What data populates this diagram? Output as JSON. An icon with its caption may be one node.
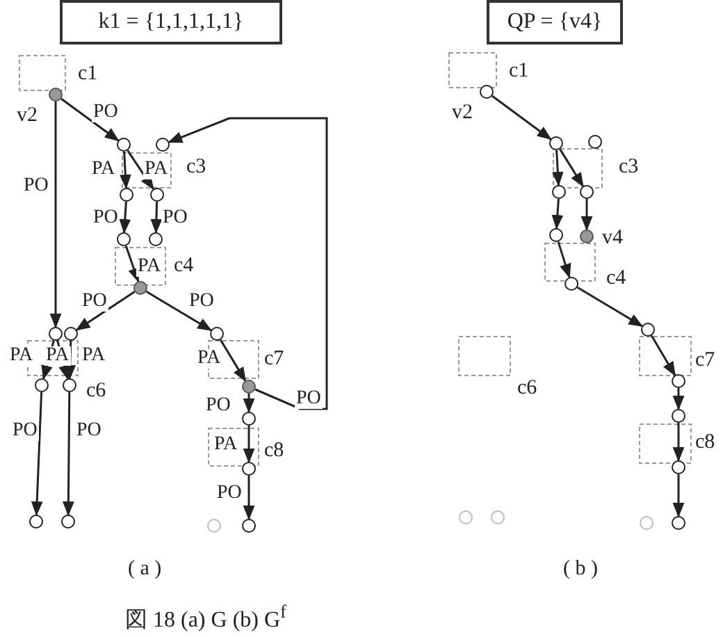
{
  "diagram": {
    "caption": "図 18 (a) G (b) G$^{f}$",
    "nodes": [
      {
        "text": [
          "k1 = {1,1,1,1,1}"
        ]
      },
      {
        "text": [],
        "shape": "circle",
        "beside": [
          "v2"
        ]
      },
      {
        "text": [],
        "shape": "circle"
      },
      {
        "text": [],
        "shape": "circle"
      },
      {
        "text": [],
        "shape": "circle"
      },
      {
        "text": [],
        "shape": "circle"
      },
      {
        "text": [],
        "shape": "circle"
      },
      {
        "text": [],
        "shape": "circle"
      },
      {
        "text": [],
        "shape": "circle"
      },
      {
        "text": [],
        "shape": "circle"
      },
      {
        "text": [],
        "shape": "circle"
      },
      {
        "text": [],
        "shape": "circle"
      },
      {
        "text": [],
        "shape": "circle"
      },
      {
        "text": [],
        "shape": "circle"
      },
      {
        "text": [],
        "shape": "circle"
      },
      {
        "text": [],
        "shape": "circle"
      },
      {
        "text": [],
        "shape": "circle"
      },
      {
        "text": [],
        "shape": "circle"
      },
      {
        "text": [],
        "shape": "circle"
      },
      {
        "text": [],
        "shape": "circle"
      },
      {
        "text": [],
        "shape": "circle"
      },
      {
        "text": [
          "QP = {v4}"
        ]
      },
      {
        "text": [],
        "shape": "circle",
        "beside": [
          "v2"
        ]
      },
      {
        "text": [],
        "shape": "circle"
      },
      {
        "text": [],
        "shape": "circle"
      },
      {
        "text": [],
        "shape": "circle"
      },
      {
        "text": [],
        "shape": "circle"
      },
      {
        "text": [],
        "shape": "circle"
      },
      {
        "text": [],
        "shape": "circle",
        "beside": [
          "v4"
        ]
      },
      {
        "text": [],
        "shape": "circle"
      },
      {
        "text": [],
        "shape": "circle"
      },
      {
        "text": [],
        "shape": "circle"
      },
      {
        "text": [],
        "shape": "circle"
      },
      {
        "text": [],
        "shape": "circle"
      },
      {
        "text": [],
        "shape": "circle"
      },
      {
        "text": [],
        "shape": "circle"
      },
      {
        "text": [],
        "shape": "circle"
      },
      {
        "text": [],
        "shape": "circle"
      }
    ],
    "edges": [
      {
        "from": 1,
        "to": 2,
        "arrow": "to",
        "label": "PO"
      },
      {
        "from": 1,
        "to": 9,
        "arrow": "to",
        "label": "PO"
      },
      {
        "from": 2,
        "to": 4,
        "arrow": "to",
        "label": "PA"
      },
      {
        "from": 2,
        "to": 5,
        "arrow": "to",
        "label": "PA"
      },
      {
        "from": 4,
        "to": 6,
        "arrow": "to",
        "label": "PO"
      },
      {
        "from": 5,
        "to": 7,
        "arrow": "to",
        "label": "PO"
      },
      {
        "from": 6,
        "to": 8,
        "arrow": "to",
        "label": "PA"
      },
      {
        "from": 8,
        "to": 10,
        "arrow": "to",
        "label": "PO"
      },
      {
        "from": 8,
        "to": 11,
        "arrow": "to",
        "label": "PO"
      },
      {
        "from": 9,
        "to": 12,
        "arrow": "to",
        "label": "PA"
      },
      {
        "from": 9,
        "to": 13,
        "arrow": "to",
        "label": "PA"
      },
      {
        "from": 10,
        "to": 13,
        "arrow": "to",
        "label": "PA"
      },
      {
        "from": 12,
        "to": 17,
        "arrow": "to",
        "label": "PO"
      },
      {
        "from": 13,
        "to": 18,
        "arrow": "to",
        "label": "PO"
      },
      {
        "from": 11,
        "to": 14,
        "arrow": "to",
        "label": "PA"
      },
      {
        "from": 14,
        "to": 15,
        "arrow": "to",
        "label": "PO"
      },
      {
        "from": 14,
        "to": 3,
        "arrow": "to",
        "label": "PO"
      },
      {
        "from": 15,
        "to": 16,
        "arrow": "to",
        "label": "PA"
      },
      {
        "from": 16,
        "to": 20,
        "arrow": "to",
        "label": "PO"
      },
      {
        "from": 22,
        "to": 23,
        "arrow": "to"
      },
      {
        "from": 23,
        "to": 25,
        "arrow": "to"
      },
      {
        "from": 23,
        "to": 26,
        "arrow": "to"
      },
      {
        "from": 25,
        "to": 27,
        "arrow": "to"
      },
      {
        "from": 26,
        "to": 28,
        "arrow": "to"
      },
      {
        "from": 27,
        "to": 29,
        "arrow": "to"
      },
      {
        "from": 29,
        "to": 30,
        "arrow": "to"
      },
      {
        "from": 30,
        "to": 31,
        "arrow": "to"
      },
      {
        "from": 31,
        "to": 32,
        "arrow": "to"
      },
      {
        "from": 32,
        "to": 33,
        "arrow": "to"
      },
      {
        "from": 33,
        "to": 37,
        "arrow": "to"
      }
    ],
    "labels": [
      "c1",
      "c3",
      "c4",
      "c6",
      "c7",
      "c8",
      "c1",
      "c3",
      "c4",
      "c6",
      "c7",
      "c8",
      "( a )",
      "( b )"
    ]
  }
}
